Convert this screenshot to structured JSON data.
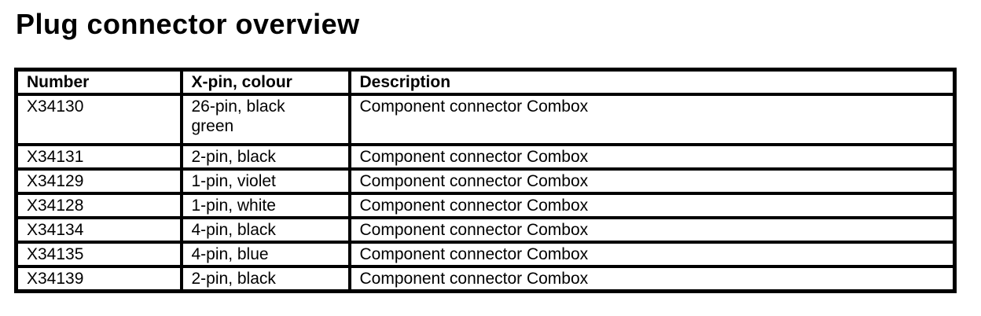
{
  "page": {
    "title": "Plug connector overview"
  },
  "colors": {
    "text": "#000000",
    "background": "#ffffff",
    "table_border": "#000000"
  },
  "table": {
    "headers": [
      "Number",
      "X-pin, colour",
      "Description"
    ],
    "rows": [
      {
        "number": "X34130",
        "pin_colour": "26-pin, black green",
        "description": "Component connector Combox"
      },
      {
        "number": "X34131",
        "pin_colour": "2-pin, black",
        "description": "Component connector Combox"
      },
      {
        "number": "X34129",
        "pin_colour": "1-pin, violet",
        "description": "Component connector Combox"
      },
      {
        "number": "X34128",
        "pin_colour": "1-pin, white",
        "description": "Component connector Combox"
      },
      {
        "number": "X34134",
        "pin_colour": "4-pin, black",
        "description": "Component connector Combox"
      },
      {
        "number": "X34135",
        "pin_colour": "4-pin, blue",
        "description": "Component connector Combox"
      },
      {
        "number": "X34139",
        "pin_colour": "2-pin, black",
        "description": "Component connector Combox"
      }
    ]
  }
}
